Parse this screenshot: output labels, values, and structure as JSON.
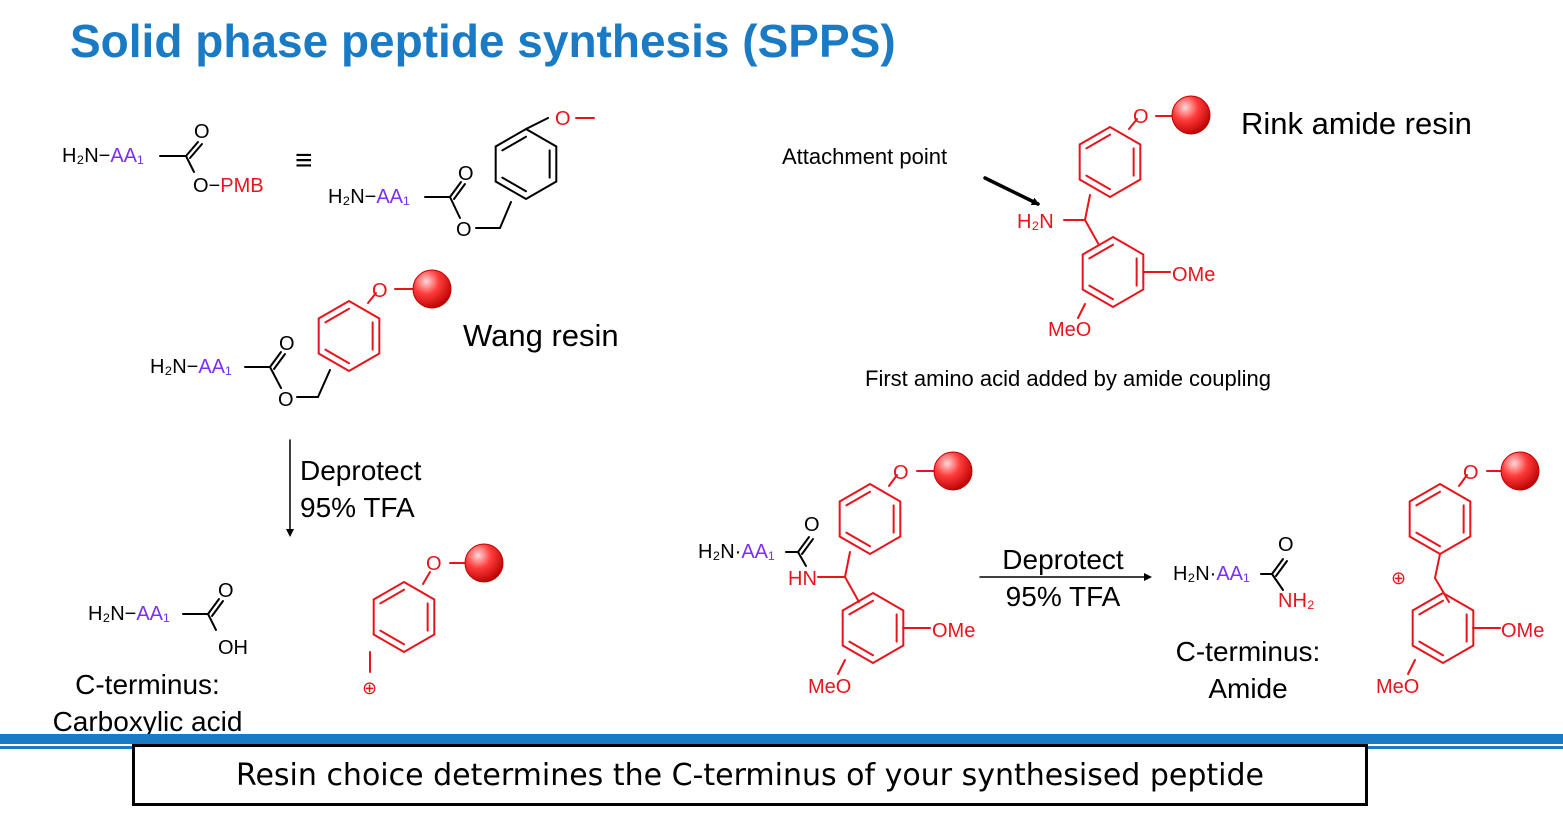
{
  "title": "Solid phase peptide synthesis (SPPS)",
  "labels": {
    "wang_resin": "Wang resin",
    "rink_amide_resin": "Rink amide resin",
    "attachment_point": "Attachment point",
    "first_amino_acid": "First amino acid added by amide coupling",
    "deprotect_left": [
      "Deprotect",
      "95% TFA"
    ],
    "deprotect_right": [
      "Deprotect",
      "95% TFA"
    ],
    "c_terminus_acid": [
      "C-terminus:",
      "Carboxylic acid"
    ],
    "c_terminus_amide": [
      "C-terminus:",
      "Amide"
    ],
    "equivalent_symbol": "≡"
  },
  "chem_text": {
    "h2n": "H₂N−",
    "h2n_dot": "H₂N·",
    "aa1": "AA₁",
    "o": "O",
    "o_pmb": "O−PMB",
    "oh": "OH",
    "ome": "OMe",
    "meo": "MeO",
    "hn": "HN",
    "nh2": "NH₂",
    "h2n_red": "H₂N",
    "plus": "⊕"
  },
  "colors": {
    "title": "#1a7bc4",
    "resin_red": "#e8141c",
    "amino_acid_purple": "#7b2ff7",
    "footer_bar": "#1a7bc4"
  },
  "footer": "Resin choice determines the C-terminus of your synthesised peptide"
}
